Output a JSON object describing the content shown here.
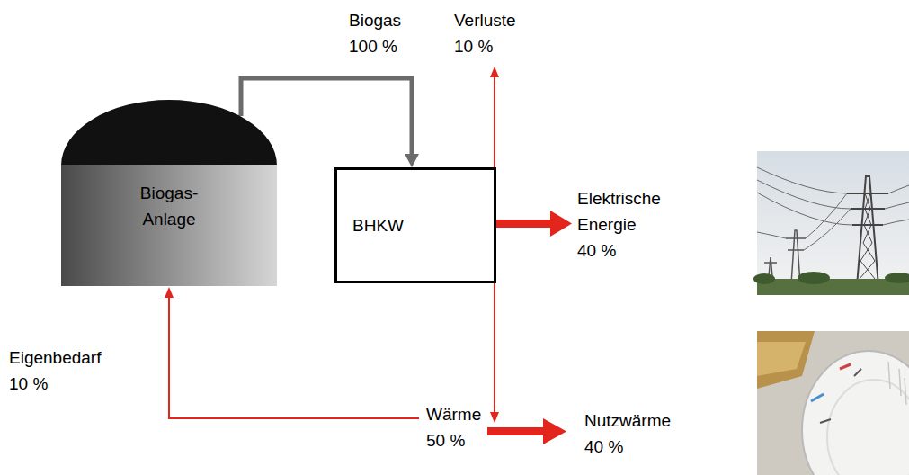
{
  "diagram": {
    "nodes": [
      {
        "text": [
          "Biogas-Anlage"
        ]
      },
      {
        "text": [
          "BHKW"
        ]
      }
    ],
    "edges": [
      {
        "from": 0,
        "to": 1,
        "arrow": "to",
        "label": "Biogas 100 %"
      }
    ],
    "labels": [
      "Verluste 10 %",
      "Elektrische Energie 40 %",
      "Eigenbedarf 10 %",
      "Wärme 50 %",
      "Nutzwärme 40 %"
    ]
  }
}
